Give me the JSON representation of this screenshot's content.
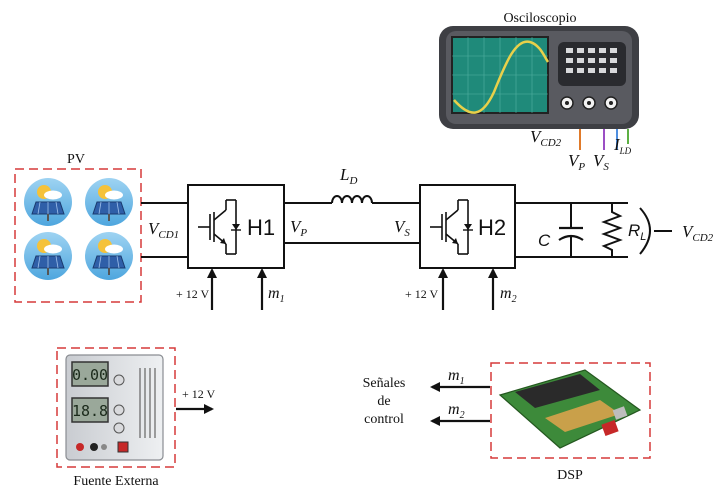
{
  "oscilloscope": {
    "title": "Osciloscopio",
    "probes": [
      {
        "main": "V",
        "sub": "CD2",
        "color": "#e07a2a"
      },
      {
        "main": "V",
        "sub": "P",
        "color": "#9b4fc4"
      },
      {
        "main": "V",
        "sub": "S",
        "color": "#4f8fe0"
      },
      {
        "main": "I",
        "sub": "LD",
        "color": "#5db043"
      }
    ],
    "trace_color": "#e8d04a",
    "screen_color": "#1f8a7a"
  },
  "pv": {
    "title": "PV",
    "output": {
      "main": "V",
      "sub": "CD1"
    }
  },
  "h1": {
    "label": "H1",
    "node_label": {
      "main": "V",
      "sub": "P"
    },
    "supply": "+ 12 V",
    "control": {
      "main": "m",
      "sub": "1"
    }
  },
  "inductor": {
    "main": "L",
    "sub": "D"
  },
  "h2": {
    "label": "H2",
    "node_label": {
      "main": "V",
      "sub": "S"
    },
    "supply": "+ 12 V",
    "control": {
      "main": "m",
      "sub": "2"
    }
  },
  "load": {
    "capacitor": "C",
    "resistor": {
      "main": "R",
      "sub": "L"
    },
    "output": {
      "main": "V",
      "sub": "CD2"
    }
  },
  "power_supply": {
    "title": "Fuente Externa",
    "output": "+ 12 V",
    "display_top": "0.00",
    "display_bottom": "18.8"
  },
  "dsp": {
    "title": "DSP",
    "signals_label": [
      "Señales",
      "de",
      "control"
    ],
    "outputs": [
      {
        "main": "m",
        "sub": "1"
      },
      {
        "main": "m",
        "sub": "2"
      }
    ]
  },
  "colors": {
    "dashed_border": "#d63a3a",
    "line": "#111111"
  }
}
